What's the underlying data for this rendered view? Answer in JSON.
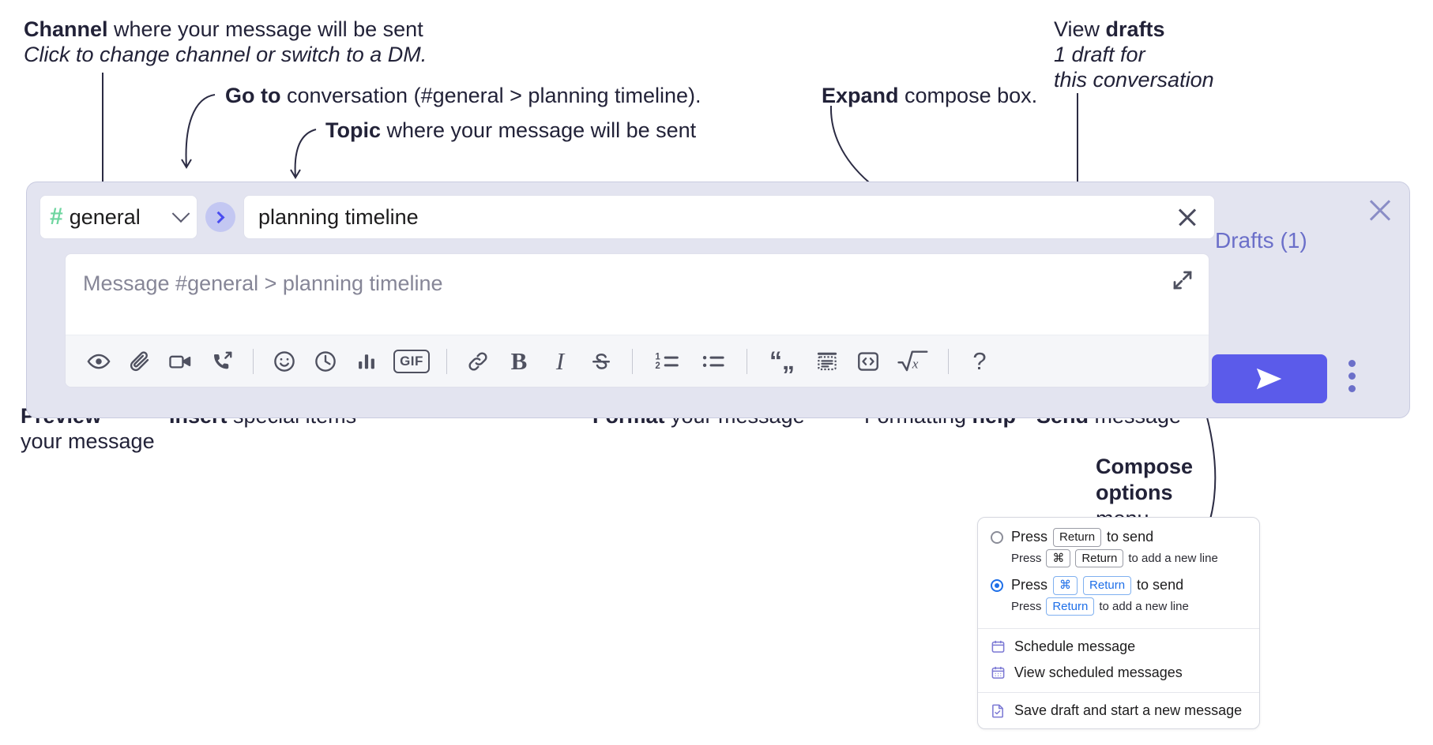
{
  "annotations": {
    "channel": {
      "bold": "Channel",
      "rest": " where your message will be sent",
      "italic": "Click to change channel or switch to a DM."
    },
    "goto": {
      "bold": "Go to",
      "rest": " conversation (#general > planning timeline)."
    },
    "topic": {
      "bold": "Topic",
      "rest": " where your message will be sent"
    },
    "expand": {
      "bold": "Expand",
      "rest": " compose box."
    },
    "drafts": {
      "line1_rest": "View ",
      "line1_bold": "drafts",
      "line2": "1 draft for",
      "line3": "this conversation"
    },
    "preview": {
      "bold": "Preview",
      "line2": "your message"
    },
    "insert": {
      "bold": "Insert",
      "rest": " special items"
    },
    "format": {
      "bold": "Format",
      "rest": " your message"
    },
    "help": {
      "rest": "Formatting ",
      "bold": "help"
    },
    "send": {
      "bold": "Send",
      "rest": " message"
    },
    "compose_options": {
      "line1": "Compose",
      "line2": "options",
      "line3": "menu"
    }
  },
  "compose": {
    "channel": {
      "icon": "hash-icon",
      "name": "general",
      "chevron": "chevron-down-icon"
    },
    "goto_button": {
      "icon": "chevron-right-icon"
    },
    "topic": {
      "value": "planning timeline",
      "clear_icon": "close-icon"
    },
    "message": {
      "placeholder": "Message #general > planning timeline",
      "expand_icon": "expand-icon"
    },
    "toolbar": [
      {
        "name": "preview-button",
        "icon": "eye-icon"
      },
      {
        "name": "attach-button",
        "icon": "paperclip-icon"
      },
      {
        "name": "video-button",
        "icon": "video-camera-icon"
      },
      {
        "name": "audio-button",
        "icon": "phone-arrow-icon"
      },
      {
        "name": "separator-1",
        "icon": "separator"
      },
      {
        "name": "emoji-button",
        "icon": "smiley-icon"
      },
      {
        "name": "reminder-button",
        "icon": "clock-icon"
      },
      {
        "name": "poll-button",
        "icon": "bar-chart-icon"
      },
      {
        "name": "gif-button",
        "icon": "gif-icon",
        "label": "GIF"
      },
      {
        "name": "separator-2",
        "icon": "separator"
      },
      {
        "name": "link-button",
        "icon": "link-icon"
      },
      {
        "name": "bold-button",
        "icon": "bold-icon",
        "label": "B"
      },
      {
        "name": "italic-button",
        "icon": "italic-icon",
        "label": "I"
      },
      {
        "name": "strikethrough-button",
        "icon": "strikethrough-icon"
      },
      {
        "name": "separator-3",
        "icon": "separator"
      },
      {
        "name": "ordered-list-button",
        "icon": "ordered-list-icon"
      },
      {
        "name": "bulleted-list-button",
        "icon": "bulleted-list-icon"
      },
      {
        "name": "separator-4",
        "icon": "separator"
      },
      {
        "name": "blockquote-button",
        "icon": "quote-icon"
      },
      {
        "name": "code-block-button",
        "icon": "code-block-icon"
      },
      {
        "name": "code-button",
        "icon": "code-brackets-icon"
      },
      {
        "name": "math-button",
        "icon": "square-root-icon"
      },
      {
        "name": "separator-5",
        "icon": "separator"
      },
      {
        "name": "formatting-help-button",
        "icon": "question-mark-icon",
        "label": "?"
      }
    ],
    "drafts_label": "Drafts (1)",
    "panel_close_icon": "close-icon",
    "send_icon": "paper-plane-icon",
    "options_icon": "kebab-menu-icon"
  },
  "menu": {
    "option1": {
      "selected": false,
      "press": "Press",
      "key": "Return",
      "to_send": "to send",
      "sub_press": "Press",
      "sub_key1": "⌘",
      "sub_key2": "Return",
      "sub_tail": "to add a new line"
    },
    "option2": {
      "selected": true,
      "press": "Press",
      "key1": "⌘",
      "key2": "Return",
      "to_send": "to send",
      "sub_press": "Press",
      "sub_key": "Return",
      "sub_tail": "to add a new line"
    },
    "items": [
      {
        "label": "Schedule message",
        "icon": "calendar-icon"
      },
      {
        "label": "View scheduled messages",
        "icon": "calendar-grid-icon"
      },
      {
        "label": "Save draft and start a new message",
        "icon": "file-check-icon"
      }
    ]
  },
  "colors": {
    "accent": "#5b5bea",
    "panel_bg": "#e3e4f0",
    "drafts_text": "#6b6fc9",
    "hash_green": "#6fd6a0",
    "radio_blue": "#1e6fe8",
    "menu_icon_purple": "#7b78d4"
  }
}
